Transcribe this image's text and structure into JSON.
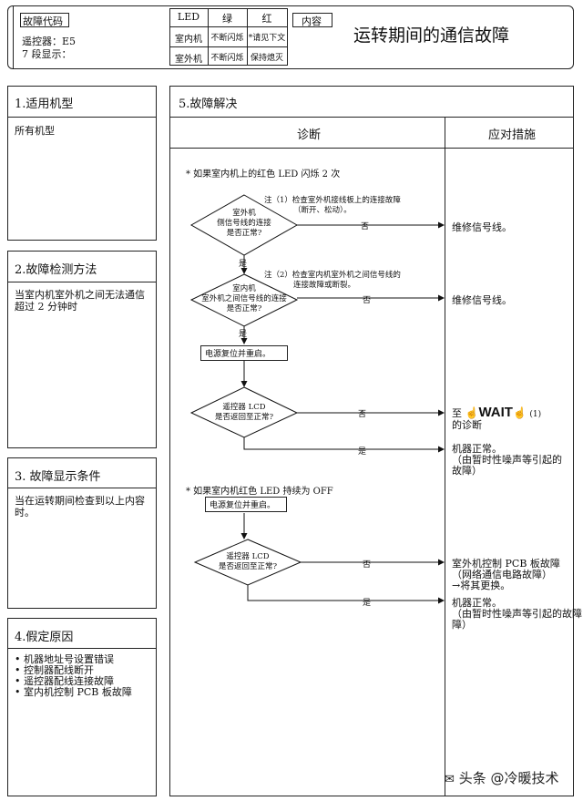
{
  "header": {
    "code_label": "故障代码",
    "remote_label": "遥控器：E5",
    "seg_label": "7 段显示：",
    "led_col": "LED",
    "green_col": "绿",
    "red_col": "红",
    "indoor_label": "室内机",
    "indoor_green": "不断闪烁",
    "indoor_red": "*请见下文",
    "outdoor_label": "室外机",
    "outdoor_green": "不断闪烁",
    "outdoor_red": "保持熄灭",
    "content_label": "内容",
    "title": "运转期间的通信故障"
  },
  "left": {
    "s1_title": "1.适用机型",
    "s1_body": "所有机型",
    "s2_title": "2.故障检测方法",
    "s2_body": "当室内机室外机之间无法通信超过 2 分钟时",
    "s3_title": "3. 故障显示条件",
    "s3_body": "当在运转期间检查到以上内容时。",
    "s4_title": "4.假定原因",
    "s4_items": [
      "• 机器地址号设置错误",
      "• 控制器配线断开",
      "• 遥控器配线连接故障",
      "• 室内机控制 PCB 板故障"
    ]
  },
  "main": {
    "title": "5.故障解决",
    "col_diag": "诊断",
    "col_action": "应对措施",
    "case1": "* 如果室内机上的红色 LED 闪烁 2 次",
    "note1a": "注（1）检查室外机接线板上的连接故障",
    "note1b": "（断开、松动）。",
    "d1_l1": "室外机",
    "d1_l2": "侧信号线的连接",
    "d1_l3": "是否正常?",
    "no": "否",
    "yes": "是",
    "act1": "维修信号线。",
    "note2a": "注（2）检查室内机室外机之间信号线的",
    "note2b": "连接故障或断裂。",
    "d2_l1": "室内机",
    "d2_l2": "室外机之间信号线的连接",
    "d2_l3": "是否正常?",
    "act2": "维修信号线。",
    "reset1": "电源复位并重启。",
    "d3_l1": "遥控器 LCD",
    "d3_l2": "是否返回至正常?",
    "act3a_pre": "至",
    "act3a_wait": "WAIT",
    "act3a_post": "(1)",
    "act3a_l2": "的诊断",
    "act3b_l1": "机器正常。",
    "act3b_l2": "（由暂时性噪声等引起的",
    "act3b_l3": "故障）",
    "case2": "* 如果室内机红色 LED 持续为 OFF",
    "reset2": "电源复位并重启。",
    "d4_l1": "遥控器 LCD",
    "d4_l2": "是否返回至正常?",
    "act4a_l1": "室外机控制 PCB 板故障",
    "act4a_l2": "（网络通信电路故障）",
    "act4a_l3": "→将其更换。",
    "act4b_l1": "机器正常。",
    "act4b_l2": "（由暂时性噪声等引起的故障",
    "act4b_l3": "障）"
  },
  "watermark": "头条 @冷暖技术"
}
